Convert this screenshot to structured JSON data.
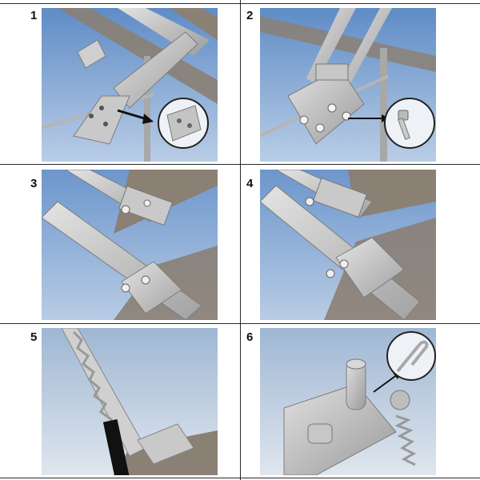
{
  "steps": [
    {
      "number": "1",
      "detail_icon": "slotted-bracket-icon"
    },
    {
      "number": "2",
      "detail_icon": "bolt-icon"
    },
    {
      "number": "3"
    },
    {
      "number": "4"
    },
    {
      "number": "5"
    },
    {
      "number": "6",
      "detail_icon": "r-clip-pin-icon"
    }
  ],
  "colors": {
    "sky_top": "#6f9ad0",
    "sky_bottom": "#c9d8ea",
    "metal_light": "#d6d6d6",
    "metal_dark": "#8c8c8c",
    "roof_beam": "#8b8074",
    "divider": "#2a2a2a"
  }
}
